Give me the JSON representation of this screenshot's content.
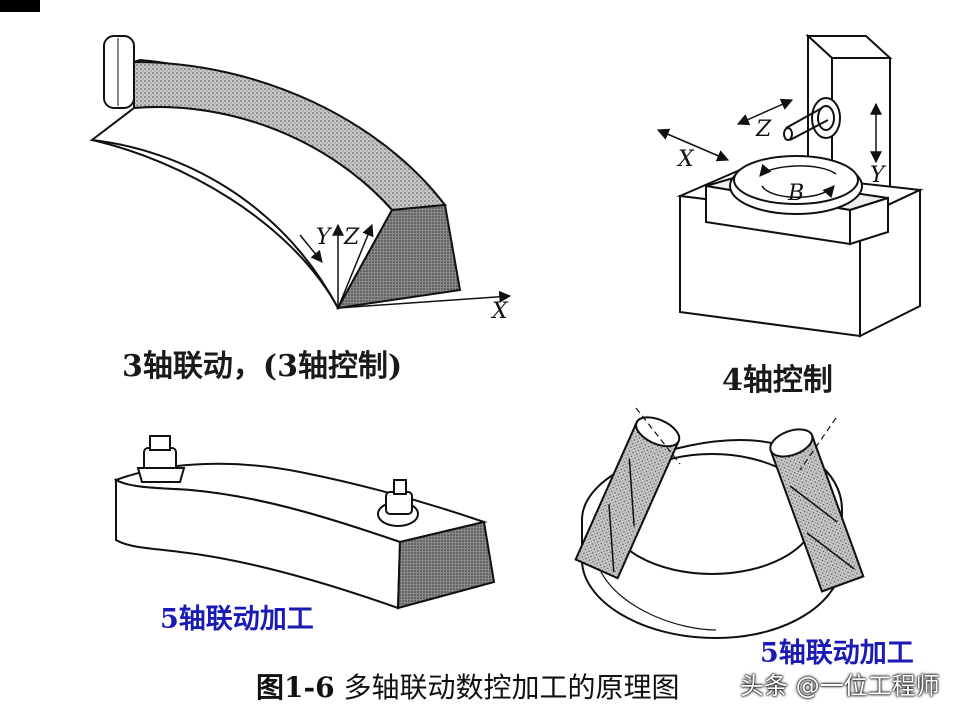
{
  "panels": {
    "three_axis": {
      "caption": "3轴联动，(3轴控制)",
      "axes": {
        "x": "X",
        "y": "Y",
        "z": "Z"
      }
    },
    "four_axis": {
      "caption": "4轴控制",
      "axes": {
        "x": "X",
        "y": "Y",
        "z": "Z",
        "rotation": "B"
      }
    },
    "five_axis_left": {
      "caption": "5轴联动加工"
    },
    "five_axis_right": {
      "caption": "5轴联动加工"
    }
  },
  "figure": {
    "number": "图1-6",
    "title": "多轴联动数控加工的原理图"
  },
  "watermark": "头条 @一位工程师",
  "colors": {
    "caption_black": "#1a1a1a",
    "caption_blue": "#1a1ab4",
    "line": "#111111",
    "shade": "#9a9a9a"
  }
}
